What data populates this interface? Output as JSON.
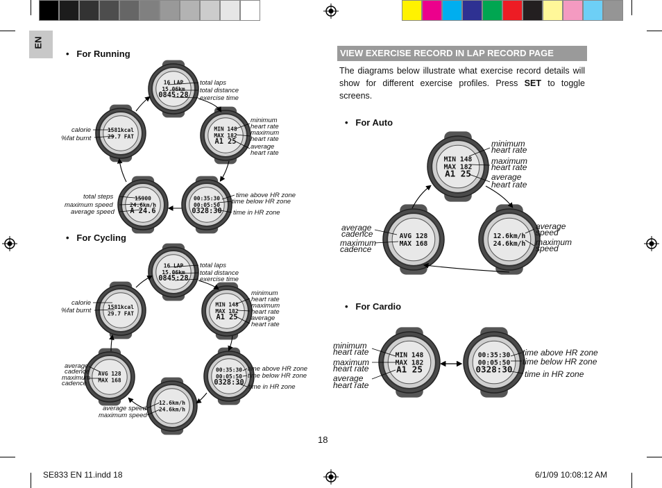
{
  "tab": {
    "lang": "EN"
  },
  "left": {
    "running_title": "For Running",
    "running_labels": {
      "total_laps": "total laps",
      "total_distance": "total distance",
      "exercise_time": "exercise time",
      "minimum_hr": [
        "minimum",
        "heart rate"
      ],
      "maximum_hr": [
        "maximum",
        "heart rate"
      ],
      "average_hr": [
        "average",
        "heart rate"
      ],
      "time_above": "time above HR zone",
      "time_below": "time below HR zone",
      "time_in": "time in HR zone",
      "total_steps": "total steps",
      "maximum_speed": "maximum speed",
      "average_speed": "average speed",
      "calorie": "calorie",
      "fat_burnt": "%fat burnt"
    },
    "cycling_title": "For Cycling",
    "cycling_labels": {
      "total_laps": "total laps",
      "total_distance": "total distance",
      "exercise_time": "exercise time",
      "minimum_hr": [
        "minimum",
        "heart rate"
      ],
      "maximum_hr": [
        "maximum",
        "heart rate"
      ],
      "average_hr": [
        "average",
        "heart rate"
      ],
      "time_above": "time above HR zone",
      "time_below": "time below HR zone",
      "time_in": "time in HR zone",
      "average_speed": "average speed",
      "maximum_speed": "maximum speed",
      "average_cadence": [
        "average",
        "cadence"
      ],
      "maximum_cadence": [
        "maximum",
        "cadence"
      ],
      "calorie": "calorie",
      "fat_burnt": "%fat burnt"
    }
  },
  "right": {
    "section_header": "VIEW EXERCISE RECORD IN LAP RECORD PAGE",
    "intro_before": "The diagrams below illustrate what exercise record details will show for different exercise profiles. Press ",
    "intro_bold": "SET",
    "intro_after": " to toggle screens.",
    "auto_title": "For Auto",
    "auto_labels": {
      "minimum_hr": [
        "minimum",
        "heart rate"
      ],
      "maximum_hr": [
        "maximum",
        "heart rate"
      ],
      "average_hr": [
        "average",
        "heart rate"
      ],
      "average_cadence": [
        "average",
        "cadence"
      ],
      "maximum_cadence": [
        "maximum",
        "cadence"
      ],
      "average_speed": [
        "average",
        "speed"
      ],
      "maximum_speed": [
        "maximum",
        "speed"
      ]
    },
    "cardio_title": "For Cardio",
    "cardio_labels": {
      "minimum_hr": [
        "minimum",
        "heart rate"
      ],
      "maximum_hr": [
        "maximum",
        "heart rate"
      ],
      "average_hr": [
        "average",
        "heart rate"
      ],
      "time_above": "time above HR zone",
      "time_below": "time below HR zone",
      "time_in": "time in HR zone"
    }
  },
  "watch_readouts": {
    "laps": {
      "l1": "16  LAP",
      "l2": "15.06km",
      "l3": "0845:28"
    },
    "hr": {
      "l1": "MIN  148",
      "l2": "MAX  182",
      "l3": "A1 25"
    },
    "zone": {
      "l1": "00:35:30",
      "l2": "00:05:50",
      "l3": "0328:30"
    },
    "steps": {
      "l1": "15900",
      "l2": "24.6km/h",
      "l3": "A 24.6"
    },
    "calorie": {
      "l1": "1581kcal",
      "l2": "29.7 FAT"
    },
    "cadence": {
      "l1": "AVG  128",
      "l2": "MAX  168"
    },
    "speed": {
      "l1": "12.6km/h",
      "l2": "24.6km/h"
    }
  },
  "page_number": "18",
  "footer": {
    "file": "SE833 EN 11.indd   18",
    "date": "6/1/09   10:08:12 AM"
  },
  "colors": {
    "gray_bar": [
      "#000000",
      "#1c1c1c",
      "#333333",
      "#4d4d4d",
      "#666666",
      "#808080",
      "#999999",
      "#b3b3b3",
      "#cccccc",
      "#e6e6e6",
      "#ffffff"
    ],
    "color_bar": [
      "#fff200",
      "#ec008c",
      "#00aeef",
      "#2e3192",
      "#00a651",
      "#ed1c24",
      "#231f20",
      "#fff799",
      "#f49ac1",
      "#6dcff6",
      "#959595"
    ],
    "header_bg": "#9a9a9a",
    "tab_bg": "#c8c8c8"
  }
}
